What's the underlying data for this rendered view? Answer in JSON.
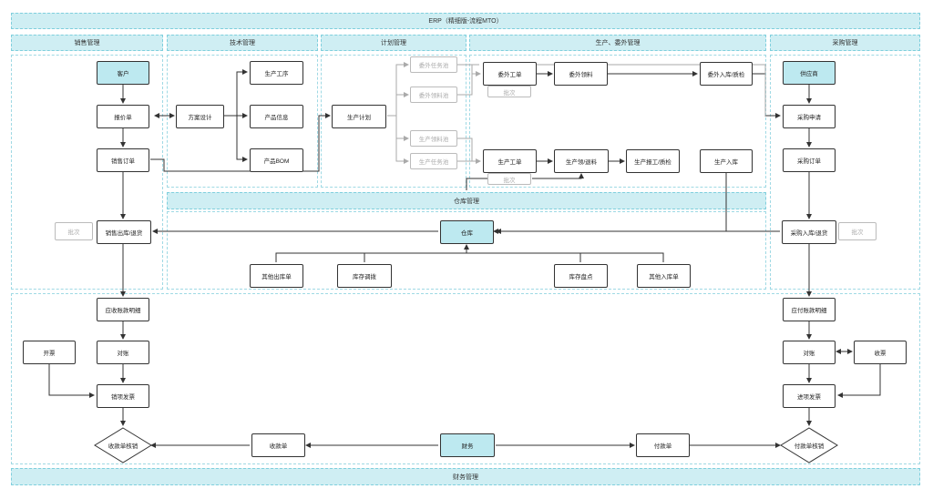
{
  "title": "ERP（精细版-流程MTO）",
  "sections": {
    "sales": "销售管理",
    "tech": "技术管理",
    "plan": "计划管理",
    "prod": "生产、委外管理",
    "purchase": "采购管理",
    "warehouse": "仓库管理",
    "finance": "财务管理"
  },
  "nodes": {
    "customer": "客户",
    "quote": "报价单",
    "sales_order": "销售订单",
    "sales_out": "销售出库/退货",
    "batch": "批次",
    "solution": "方案设计",
    "process": "生产工序",
    "product_info": "产品信息",
    "bom": "产品BOM",
    "prod_plan": "生产计划",
    "out_task_pool": "委外任务池",
    "out_material_pool": "委外领料池",
    "prod_material_pool": "生产领料池",
    "prod_task_pool": "生产任务池",
    "out_order": "委外工单",
    "out_material": "委外领料",
    "out_in": "委外入库/质检",
    "prod_order": "生产工单",
    "prod_pick": "生产领/退料",
    "prod_report": "生产报工/质检",
    "prod_in": "生产入库",
    "supplier": "供应商",
    "purchase_req": "采购申请",
    "purchase_order": "采购订单",
    "purchase_in": "采购入库/退货",
    "warehouse": "仓库",
    "other_out": "其他出库单",
    "transfer": "库存调拨",
    "stocktake": "库存盘点",
    "other_in": "其他入库单",
    "receivable": "应收账款明细",
    "reconcile": "对账",
    "invoice_open": "开票",
    "sales_invoice": "销项发票",
    "receipt_verify": "收款单核销",
    "receipt": "收款单",
    "finance": "财务",
    "payment": "付款单",
    "payment_verify": "付款单核销",
    "payable": "应付账款明细",
    "collect_invoice": "收票",
    "purchase_invoice": "进项发票"
  },
  "colors": {
    "band": "#cfeef3",
    "highlight": "#bde9f0",
    "line": "#333333",
    "muted": "#aaaaaa"
  }
}
